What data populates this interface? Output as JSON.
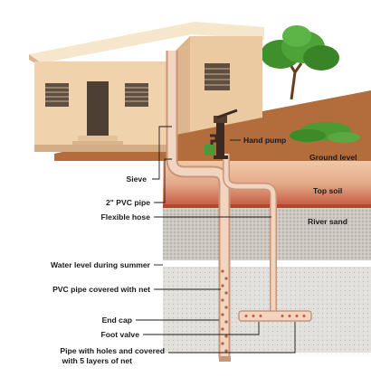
{
  "labels": {
    "sieve": "Sieve",
    "pvc_pipe": "2\" PVC pipe",
    "flexible_hose": "Flexible hose",
    "water_level": "Water level during summer",
    "pvc_net": "PVC pipe covered with net",
    "end_cap": "End cap",
    "foot_valve": "Foot valve",
    "pipe_holes_line1": "Pipe with holes and covered",
    "pipe_holes_line2": "with 5 layers of net",
    "hand_pump": "Hand pump",
    "ground_level": "Ground level",
    "top_soil": "Top soil",
    "river_sand": "River sand"
  },
  "colors": {
    "wall": "#f0d3ad",
    "wall_shade": "#dcb78e",
    "roof_top": "#f6e6cc",
    "ground_soil": "#b06a3a",
    "topsoil_band": "#e7b28e",
    "red_clay": "#c4553c",
    "sand": "#cfcac4",
    "sand_deep": "#e6e4e1",
    "pipe": "#eecdb6",
    "tree_green": "#3f8f2c"
  }
}
